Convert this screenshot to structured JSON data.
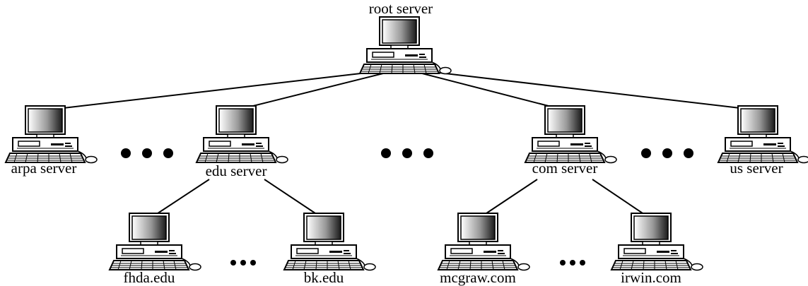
{
  "diagram": {
    "nodes": {
      "root": {
        "label": "root server"
      },
      "arpa": {
        "label": "arpa server"
      },
      "edu": {
        "label": "edu server"
      },
      "com": {
        "label": "com server"
      },
      "us": {
        "label": "us server"
      },
      "fhda": {
        "label": "fhda.edu"
      },
      "bk": {
        "label": "bk.edu"
      },
      "mcgraw": {
        "label": "mcgraw.com"
      },
      "irwin": {
        "label": "irwin.com"
      }
    },
    "edges": [
      [
        "root",
        "arpa"
      ],
      [
        "root",
        "edu"
      ],
      [
        "root",
        "com"
      ],
      [
        "root",
        "us"
      ],
      [
        "edu",
        "fhda"
      ],
      [
        "edu",
        "bk"
      ],
      [
        "com",
        "mcgraw"
      ],
      [
        "com",
        "irwin"
      ]
    ],
    "icon": "desktop-computer-icon",
    "ellipsis_icon": "ellipsis-dots-icon"
  }
}
